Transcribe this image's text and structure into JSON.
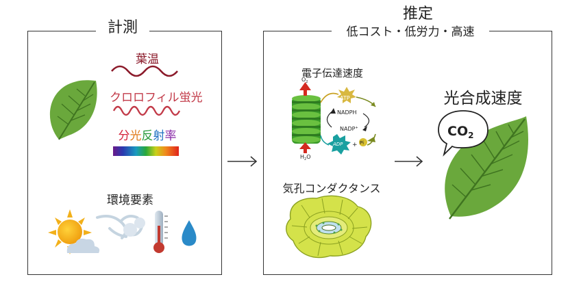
{
  "measure": {
    "title": "計測",
    "leaf_temperature": "葉温",
    "chlorophyll_fluorescence": "クロロフィル蛍光",
    "spectral_reflectance": [
      "分",
      "光",
      "反",
      "射",
      "率"
    ],
    "environment": "環境要素"
  },
  "estimate": {
    "title": "推定",
    "subtitle": "低コスト・低労力・高速",
    "electron_transport": "電子伝達速度",
    "stomatal_conductance": "気孔コンダクタンス",
    "photosynthesis_rate": "光合成速度",
    "co2_main": "CO",
    "co2_sub": "2"
  },
  "electron_diagram": {
    "o2_main": "O",
    "o2_sub": "2",
    "h2o_main": "H",
    "h2o_sub": "2",
    "h2o_o": "O",
    "atp": "ATP",
    "nadph": "NADPH",
    "nadp_main": "NADP",
    "nadp_sup": "+",
    "adp": "ADP",
    "plus": "+",
    "pi": "Pi"
  },
  "colors": {
    "leaf_green": "#6aa83c",
    "leaf_dark": "#4e8a2a",
    "leaf_temp_red": "#8b1a2a",
    "fluor_red": "#c23a48",
    "spectrum": [
      "#e0231b",
      "#f08a1c",
      "#9ac21a",
      "#1aa04a",
      "#1a6ec0",
      "#6a2aa0"
    ]
  }
}
